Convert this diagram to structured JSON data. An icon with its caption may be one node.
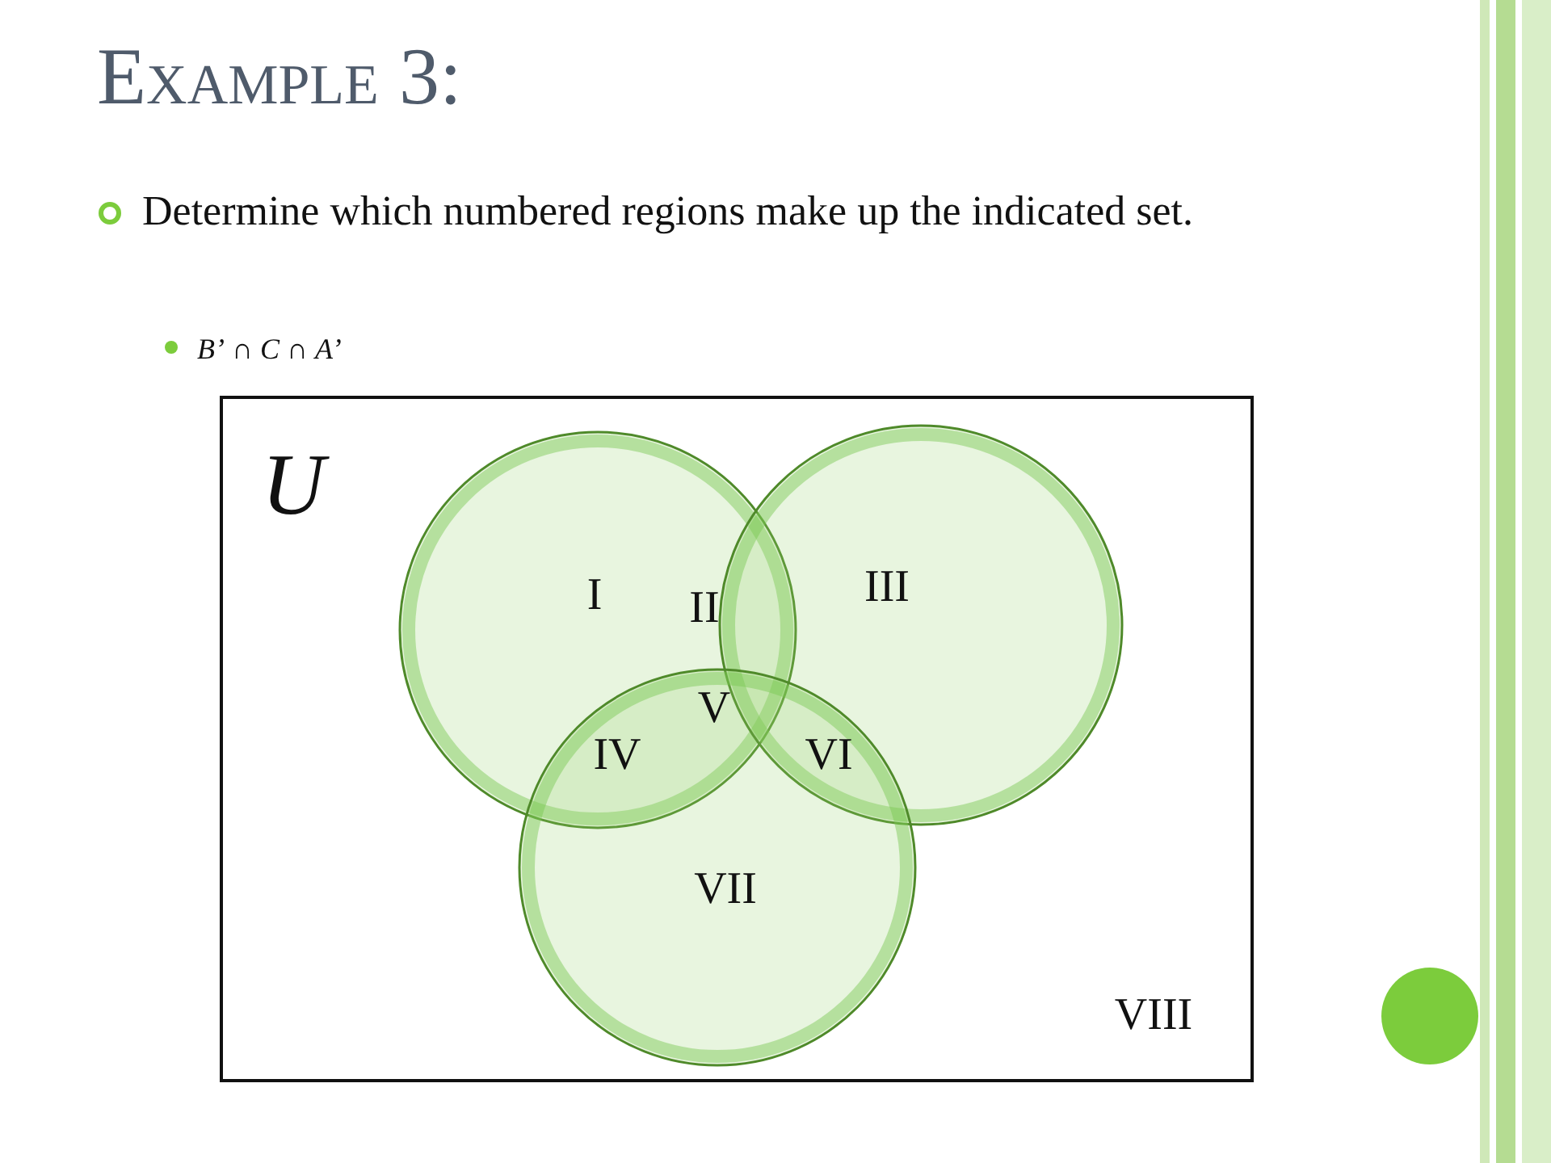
{
  "diagram": {
    "title": "Example 3:",
    "nodes": [
      {
        "text": [
          "U"
        ]
      },
      {
        "text": [],
        "shape": "circle",
        "in": 0
      },
      {
        "text": [],
        "shape": "circle",
        "in": 0
      },
      {
        "text": [],
        "shape": "circle",
        "in": 0
      }
    ],
    "labels": [
      "Determine which numbered regions make up the indicated set.",
      "*B’* ∩ *C* ∩ *A’*",
      "I",
      "II",
      "III",
      "V",
      "IV",
      "VI",
      "VII",
      "VIII"
    ]
  }
}
